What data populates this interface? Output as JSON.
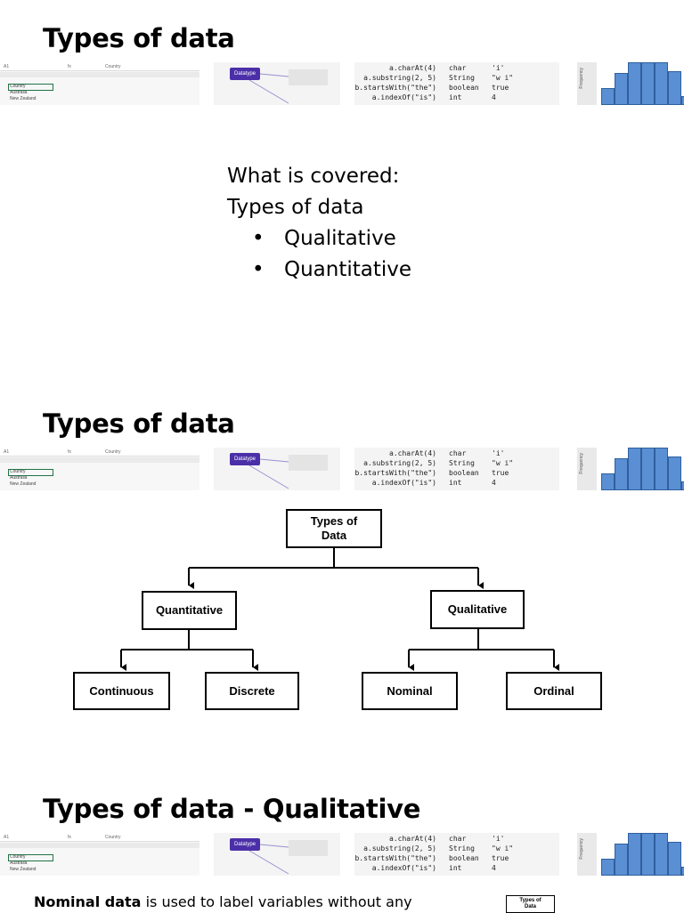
{
  "slide1": {
    "title": "Types of data",
    "covered_heading": "What is covered:",
    "covered_sub": "Types of data",
    "bullets": [
      "Qualitative",
      "Quantitative"
    ]
  },
  "slide2": {
    "title": "Types of data",
    "tree": {
      "root": "Types of Data",
      "quantitative": "Quantitative",
      "qualitative": "Qualitative",
      "continuous": "Continuous",
      "discrete": "Discrete",
      "nominal": "Nominal",
      "ordinal": "Ordinal"
    }
  },
  "slide3": {
    "title": "Types of data - Qualitative",
    "para_bold": "Nominal data",
    "para_rest": " is used to label variables without any",
    "mini_box": "Types of Data"
  },
  "strip": {
    "excel": {
      "cell_ref": "A1",
      "fx": "fx",
      "formula_value": "Country",
      "rows": [
        "Country",
        "Australia",
        "New Zealand"
      ]
    },
    "datatype": {
      "node": "Datatype"
    },
    "code": [
      {
        "expr": "a.charAt(4)",
        "type": "char",
        "value": "'i'"
      },
      {
        "expr": "a.substring(2, 5)",
        "type": "String",
        "value": "\"w i\""
      },
      {
        "expr": "b.startsWith(\"the\")",
        "type": "boolean",
        "value": "true"
      },
      {
        "expr": "a.indexOf(\"is\")",
        "type": "int",
        "value": "4"
      }
    ],
    "hist": {
      "ylabel": "Frequency",
      "bars": [
        0.4,
        0.75,
        1.0,
        1.0,
        1.0,
        0.8,
        0.2
      ]
    }
  }
}
